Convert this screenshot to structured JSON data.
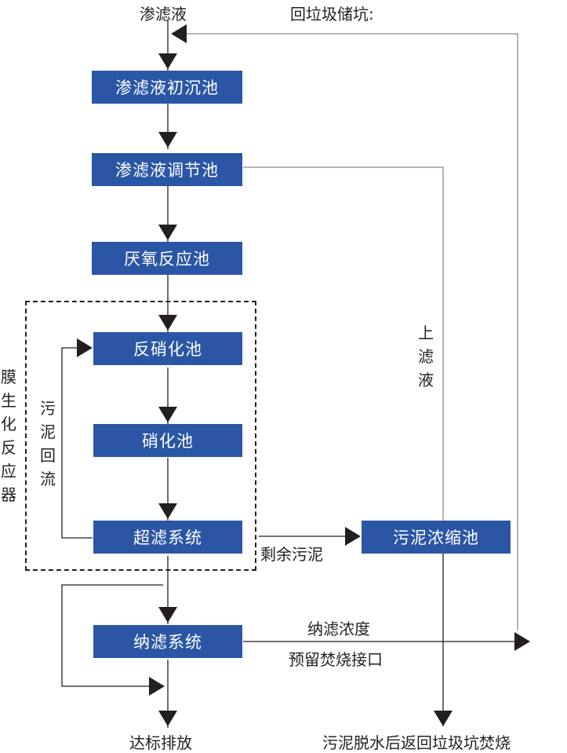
{
  "title": "Landfill leachate treatment process flow",
  "labels": {
    "input": "渗滤液",
    "return_pit": "回垃圾储坑:",
    "discharge": "达标排放",
    "sludge_output": "污泥脱水后返回垃圾坑焚烧",
    "supernatant": "上滤液",
    "mbr": "膜生化反应器",
    "sludge_return": "污泥回流",
    "excess_sludge": "剩余污泥",
    "nf_concentrate": "纳滤浓度",
    "incineration_port": "预留焚烧接口"
  },
  "boxes": {
    "primary_settling": "渗滤液初沉池",
    "equalization": "渗滤液调节池",
    "anaerobic": "厌氧反应池",
    "denitrification": "反硝化池",
    "nitrification": "硝化池",
    "ultrafiltration": "超滤系统",
    "nanofiltration": "纳滤系统",
    "sludge_thickener": "污泥浓缩池"
  },
  "colors": {
    "box_fill": "#2a56a5",
    "box_text": "#ffffff",
    "line": "#231f20",
    "gray_line": "#8a8a8a"
  }
}
